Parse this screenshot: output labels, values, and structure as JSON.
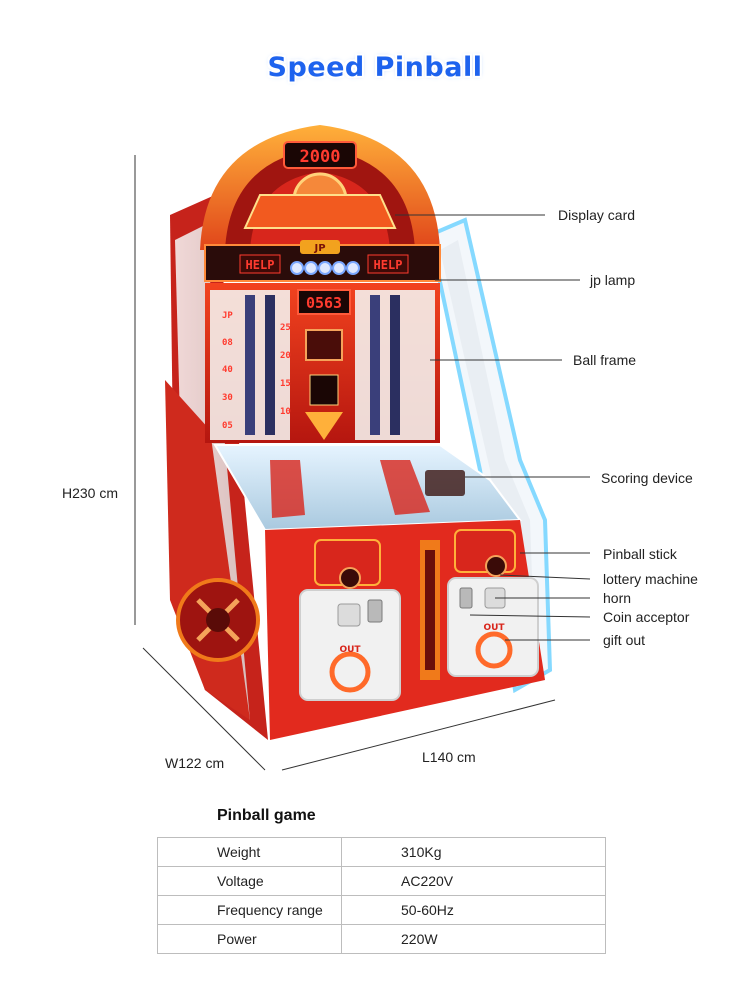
{
  "title": "Speed Pinball",
  "callouts": {
    "display_card": "Display card",
    "jp_lamp": "jp lamp",
    "ball_frame": "Ball frame",
    "scoring_device": "Scoring device",
    "pinball_stick": "Pinball stick",
    "lottery_machine": "lottery machine",
    "horn": "horn",
    "coin_acceptor": "Coin acceptor",
    "gift_out": "gift out"
  },
  "dimensions": {
    "height": "H230 cm",
    "width": "W122 cm",
    "length": "L140 cm"
  },
  "machine_display": {
    "top_score": "2000",
    "counter": "0563",
    "help_left": "HELP",
    "help_right": "HELP",
    "jp_badge": "JP",
    "out_left": "OUT",
    "out_right": "OUT",
    "slot_values_left": [
      "JP",
      "08",
      "40",
      "30",
      "05"
    ],
    "slot_values_right": [
      "25",
      "20",
      "15",
      "10"
    ]
  },
  "specs": {
    "heading": "Pinball game",
    "rows": [
      {
        "label": "Weight",
        "value": "310Kg"
      },
      {
        "label": "Voltage",
        "value": "AC220V"
      },
      {
        "label": "Frequency range",
        "value": "50-60Hz"
      },
      {
        "label": "Power",
        "value": "220W"
      }
    ]
  },
  "colors": {
    "title": "#1e63ee",
    "cabinet_red": "#d8261c",
    "cabinet_orange": "#f07a1a",
    "led_red": "#ff3b2f",
    "glow_blue": "#7fd8ff"
  }
}
